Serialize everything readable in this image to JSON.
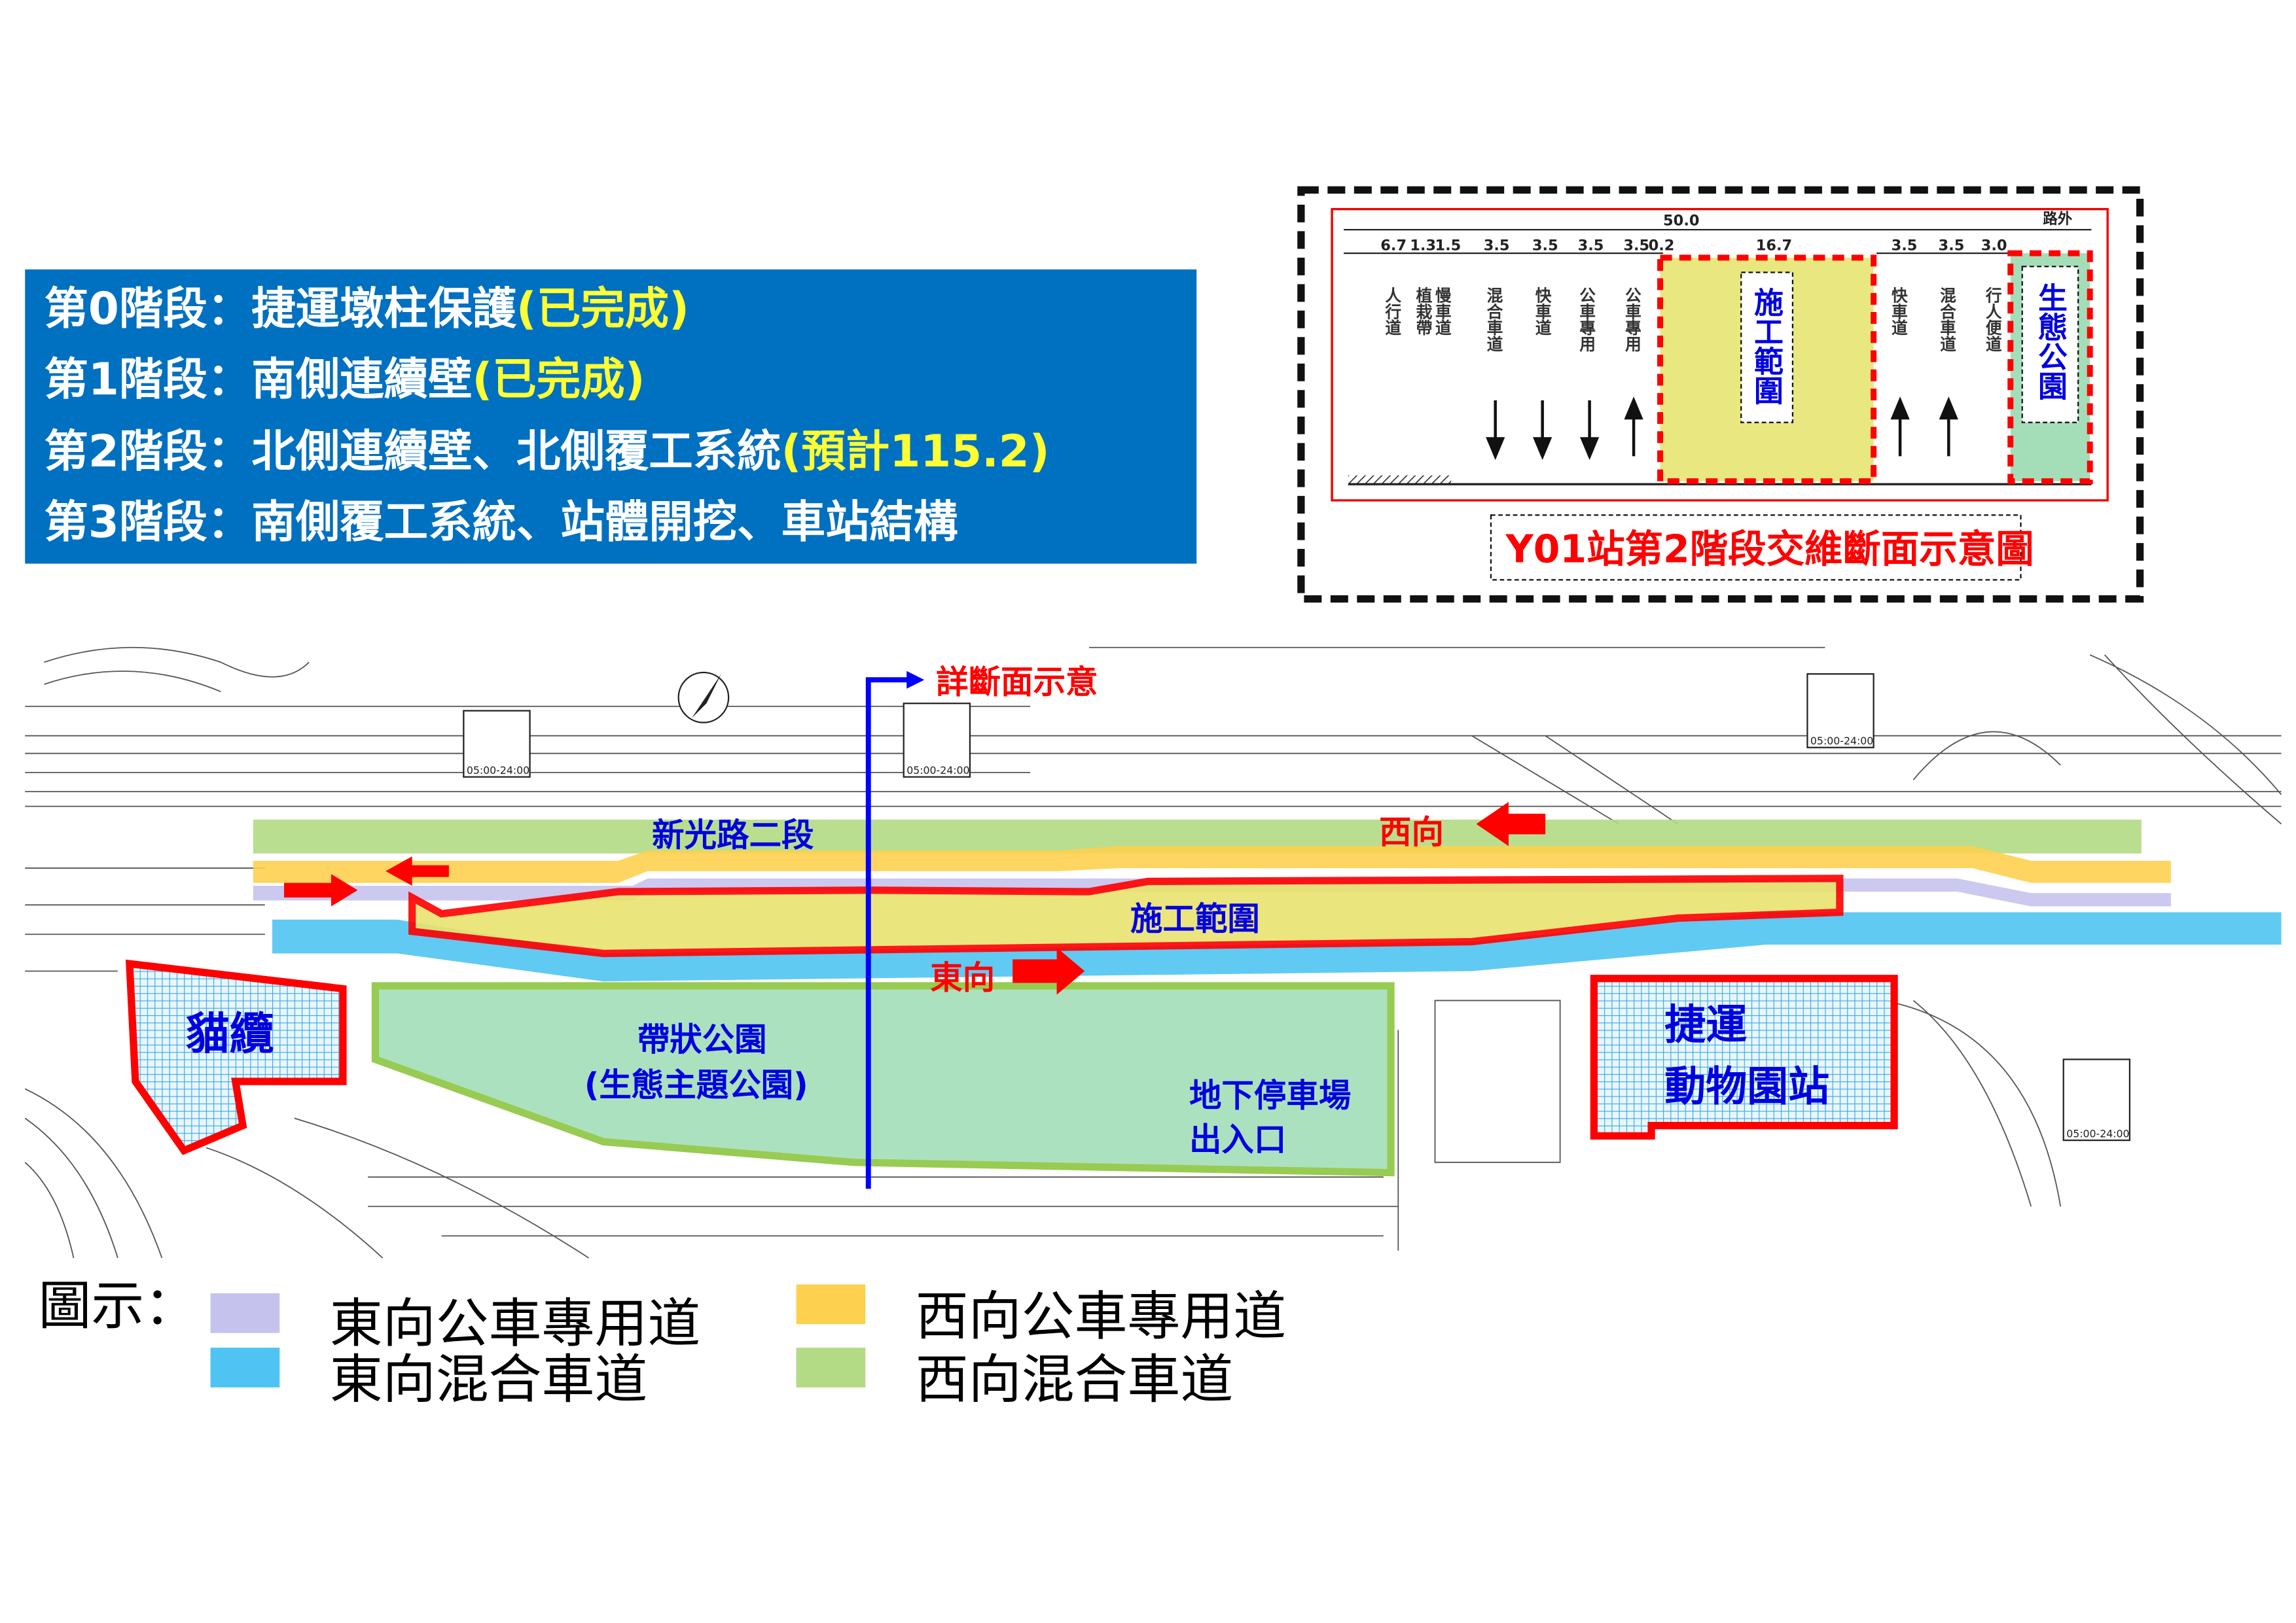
{
  "phases": [
    {
      "label": "第0階段：捷運墩柱保護",
      "status": "(已完成)"
    },
    {
      "label": "第1階段：南側連續壁",
      "status": "(已完成)"
    },
    {
      "label": "第2階段：北側連續壁、北側覆工系統",
      "status": "(預計115.2)"
    },
    {
      "label": "第3階段：南側覆工系統、站體開挖、車站結構",
      "status": ""
    }
  ],
  "cross_section": {
    "title": "Y01站第2階段交維斷面示意圖",
    "total_width": "50.0",
    "right_dim": "路外",
    "dims": [
      "6.7",
      "1.3",
      "1.5",
      "3.5",
      "3.5",
      "3.5",
      "3.5",
      "0.2",
      "16.7",
      "3.5",
      "3.5",
      "3.0"
    ],
    "lanes": [
      "人行道",
      "植栽帶",
      "慢車道",
      "混合車道",
      "快車道",
      "公車專用",
      "公車專用",
      "快車道",
      "混合車道",
      "行人便道"
    ],
    "construction_label": "施工範圍",
    "park_label": "生態公園"
  },
  "map": {
    "section_marker": "詳斷面示意",
    "road_name": "新光路二段",
    "westbound": "西向",
    "eastbound": "東向",
    "construction": "施工範圍",
    "gondola": "貓纜",
    "park": "帶狀公園",
    "park_sub": "(生態主題公園)",
    "parking": "地下停車場",
    "parking_sub": "出入口",
    "station_line1": "捷運",
    "station_line2": "動物園站",
    "bus_time": "05:00-24:00"
  },
  "legend": {
    "title": "圖示：",
    "items": [
      {
        "label": "東向公車專用道",
        "color": "#c5c3ee"
      },
      {
        "label": "東向混合車道",
        "color": "#4fc4f2"
      },
      {
        "label": "西向公車專用道",
        "color": "#fdd04f"
      },
      {
        "label": "西向混合車道",
        "color": "#b3da84"
      }
    ]
  },
  "colors": {
    "phase_box": "#0070c0",
    "highlight": "#ffff33",
    "red": "#ff0000",
    "blue_text": "#0000e0"
  }
}
